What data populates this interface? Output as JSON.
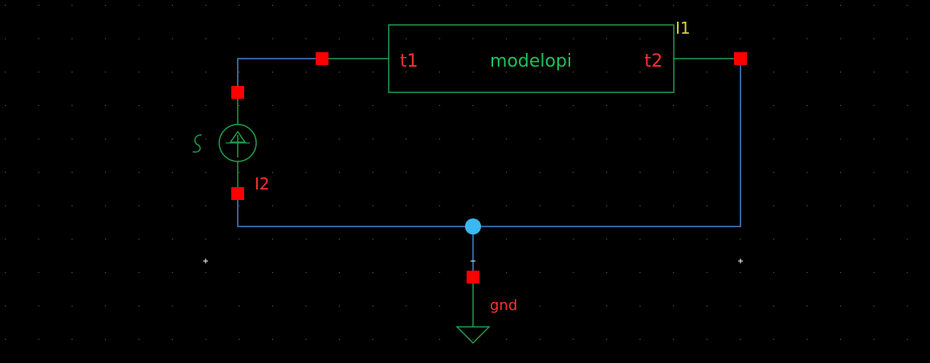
{
  "colors": {
    "background": "#000000",
    "grid_dot": "#5a5a5a",
    "grid_marker": "#ffffff",
    "wire": "#4a7fd0",
    "symbol": "#1e9e4a",
    "pin": "#ff0000",
    "instance_label": "#ff3030",
    "cell_label": "#1ec05a",
    "instance_name_i1": "#d8d040",
    "junction": "#3ab8f2",
    "ground_symbol": "#1e9e4a"
  },
  "instances": {
    "i1": {
      "name": "I1",
      "cell_name": "modelopi",
      "pin_left": "t1",
      "pin_right": "t2"
    },
    "i2": {
      "name": "I2",
      "symbol": "current-source-icon"
    },
    "gnd": {
      "name": "gnd",
      "symbol": "ground-icon"
    }
  }
}
